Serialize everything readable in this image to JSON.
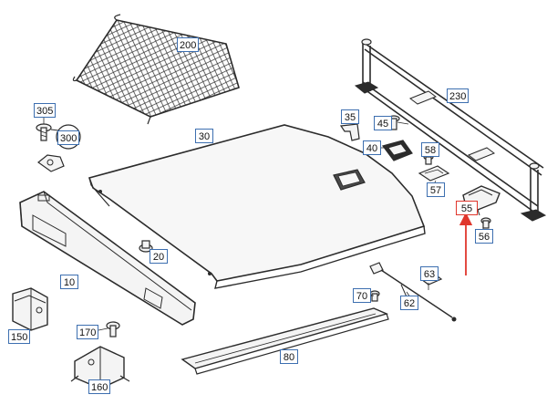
{
  "colors": {
    "line": "#2b2b2b",
    "part_fill": "#f4f4f4",
    "callout_border": "#3d6fb0",
    "highlight": "#e0362c"
  },
  "callouts": {
    "c200": "200",
    "c305": "305",
    "c300": "300",
    "c30": "30",
    "c35": "35",
    "c45": "45",
    "c40": "40",
    "c58": "58",
    "c57": "57",
    "c230": "230",
    "c55": "55",
    "c56": "56",
    "c10": "10",
    "c20": "20",
    "c63": "63",
    "c70": "70",
    "c62": "62",
    "c150": "150",
    "c170": "170",
    "c80": "80",
    "c160": "160"
  },
  "highlighted_part": "55"
}
